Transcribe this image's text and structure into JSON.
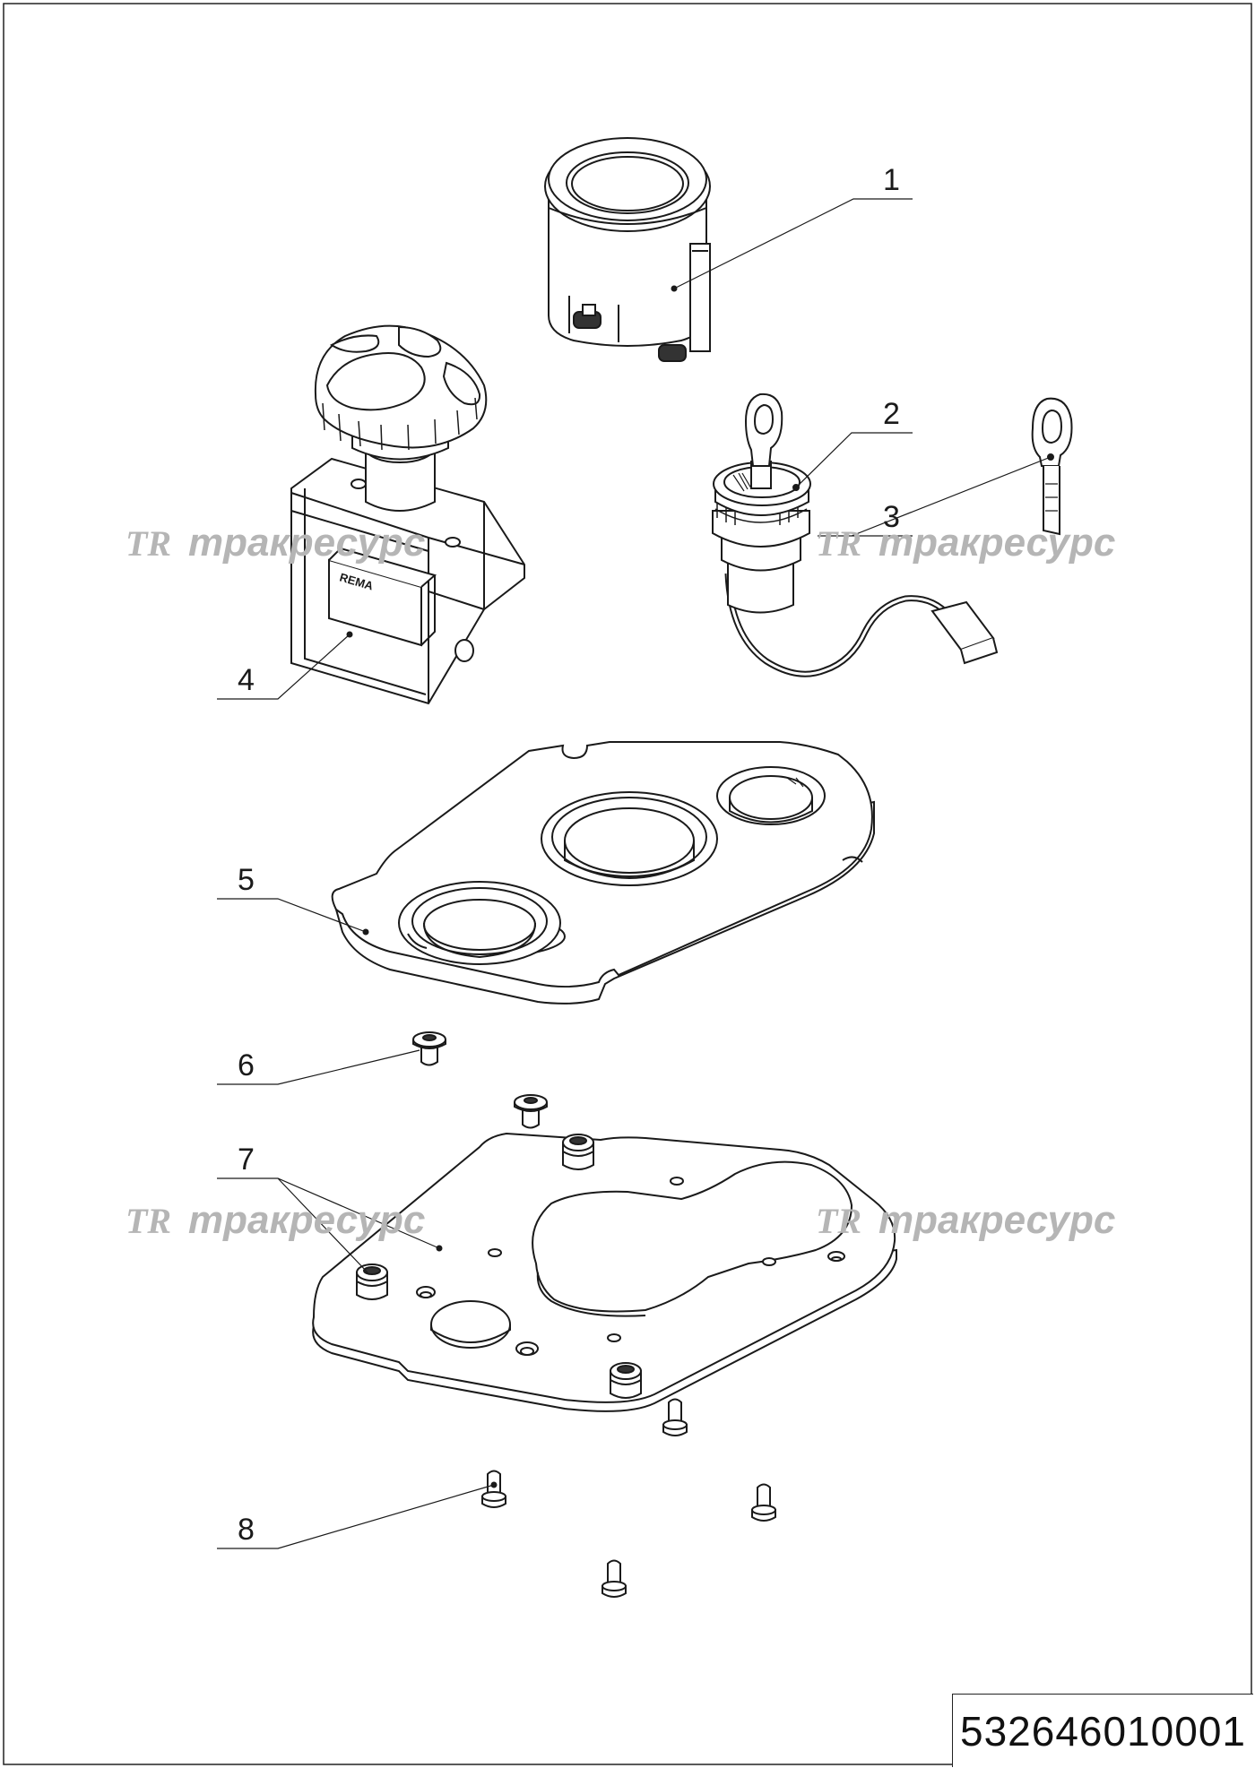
{
  "callouts": [
    {
      "label": "1",
      "part": "gauge"
    },
    {
      "label": "2",
      "part": "ignition-lock"
    },
    {
      "label": "3",
      "part": "key"
    },
    {
      "label": "4",
      "part": "battery-switch"
    },
    {
      "label": "5",
      "part": "mounting-panel"
    },
    {
      "label": "6",
      "part": "screw"
    },
    {
      "label": "7",
      "part": "base-plate"
    },
    {
      "label": "8",
      "part": "pin-screw"
    }
  ],
  "watermark": {
    "logo": "TR",
    "text": "тракресурс"
  },
  "nameplate": "REMA",
  "drawing_number": "532646010001",
  "colors": {
    "line": "#1a1a1a",
    "watermark": "#b5b5b5",
    "background": "#ffffff"
  }
}
